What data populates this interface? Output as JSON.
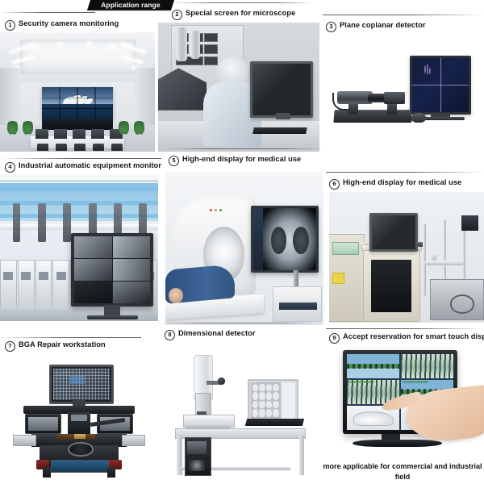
{
  "banner": {
    "label": "Application range"
  },
  "panels": [
    {
      "num": "1",
      "label": "Security camera monitoring",
      "scene": "control-room-video-wall"
    },
    {
      "num": "2",
      "label": "Special screen for microscope",
      "scene": "cleanroom-microscope-operator"
    },
    {
      "num": "3",
      "label": "Plane coplanar detector",
      "scene": "optical-coplanar-detector-with-monitor"
    },
    {
      "num": "4",
      "label": "Industrial automatic equipment monitor",
      "scene": "factory-production-line-with-cctv-monitor"
    },
    {
      "num": "5",
      "label": "High-end display for medical use",
      "scene": "ct-scanner-with-medical-display"
    },
    {
      "num": "6",
      "label": "High-end display for medical use",
      "scene": "laboratory-equipment-with-monitor"
    },
    {
      "num": "7",
      "label": "BGA Repair workstation",
      "scene": "bga-rework-station"
    },
    {
      "num": "8",
      "label": "Dimensional detector",
      "scene": "video-measuring-machine-workbench"
    },
    {
      "num": "9",
      "label": "Accept reservation for smart touch displayer",
      "scene": "touch-screen-monitor-with-hand"
    }
  ],
  "footnote": {
    "line1": "more applicable for commercial and industrial",
    "line2": "field"
  },
  "colors": {
    "banner_bg": "#0d0d0d",
    "banner_text": "#ffffff",
    "caption_text": "#161616",
    "rule": "#5a5a5a",
    "page_bg": "#ffffff"
  }
}
